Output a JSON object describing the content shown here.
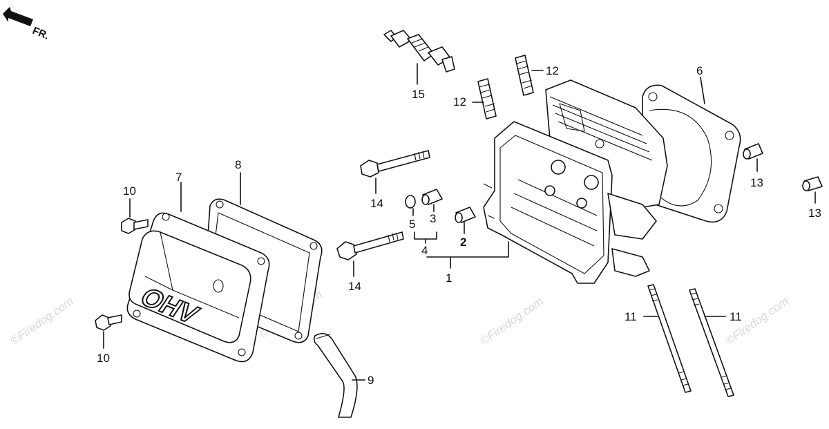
{
  "direction_label": "FR.",
  "stamp_text": "OHV",
  "watermark": "©Firedog.com",
  "callouts": {
    "c1": "1",
    "c2": "2",
    "c3": "3",
    "c4": "4",
    "c5": "5",
    "c6": "6",
    "c7": "7",
    "c8": "8",
    "c9": "9",
    "c10a": "10",
    "c10b": "10",
    "c11a": "11",
    "c11b": "11",
    "c12a": "12",
    "c12b": "12",
    "c13a": "13",
    "c13b": "13",
    "c14a": "14",
    "c14b": "14",
    "c15": "15"
  }
}
